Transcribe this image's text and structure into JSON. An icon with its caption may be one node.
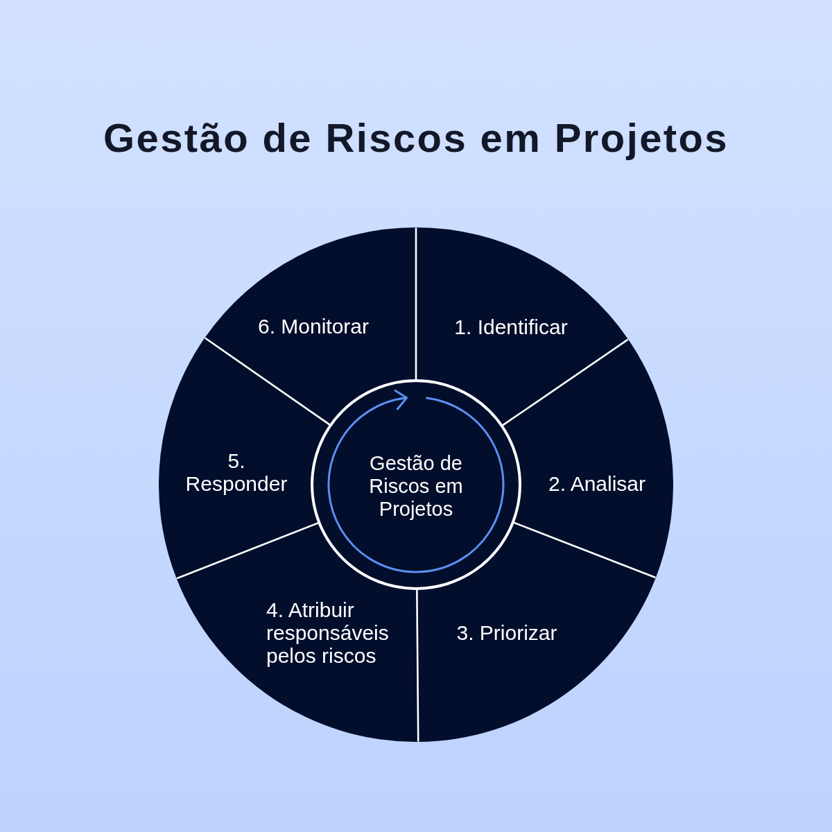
{
  "diagram": {
    "title": "Gestão de Riscos em Projetos",
    "nodes": [
      {
        "text": [
          "Gestão de Riscos em Projetos"
        ]
      },
      {
        "text": [
          "1. Identificar"
        ]
      },
      {
        "text": [
          "2. Analisar"
        ]
      },
      {
        "text": [
          "3. Priorizar"
        ]
      },
      {
        "text": [
          "4. Atribuir responsáveis pelos riscos"
        ]
      },
      {
        "text": [
          "5. Responder"
        ]
      },
      {
        "text": [
          "6. Monitorar"
        ]
      }
    ]
  }
}
